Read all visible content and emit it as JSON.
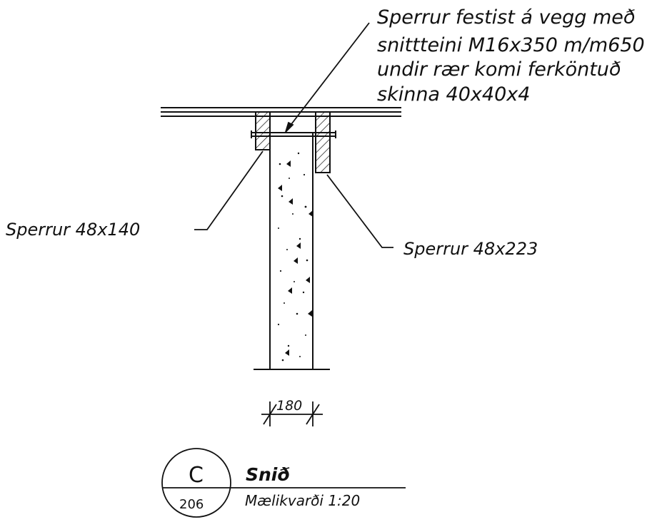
{
  "note": {
    "lines": [
      "Sperrur festist á vegg með",
      "snittteini M16x350 m/m650",
      "undir rær komi ferköntuð",
      "skinna 40x40x4"
    ]
  },
  "labels": {
    "left": "Sperrur 48x140",
    "right": "Sperrur 48x223"
  },
  "dimension": "180",
  "title_block": {
    "section_letter": "C",
    "sheet_number": "206",
    "title": "Snið",
    "scale": "Mælikvarði 1:20"
  },
  "colors": {
    "ink": "#111111",
    "background": "#ffffff"
  }
}
